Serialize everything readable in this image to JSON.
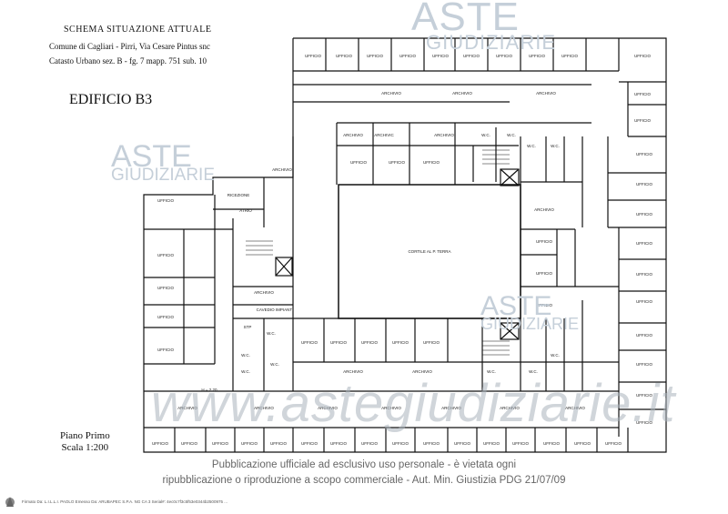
{
  "header": {
    "title": "SCHEMA SITUAZIONE ATTUALE",
    "line1": "Comune di Cagliari - Pirri, Via Cesare Pintus snc",
    "line2": "Catasto Urbano sez. B - fg. 7 mapp. 751 sub. 10"
  },
  "building": "EDIFICIO B3",
  "floor": {
    "name": "Piano Primo",
    "scale": "Scala 1:200"
  },
  "watermark": {
    "brand_top": "ASTE",
    "brand_bottom": "GIUDIZIARIE",
    "url": "www.astegiudiziarie.it"
  },
  "notice": {
    "line1": "Pubblicazione ufficiale ad esclusivo uso personale - è vietata ogni",
    "line2": "ripubblicazione o riproduzione a scopo commerciale - Aut. Min. Giustizia PDG 21/07/09"
  },
  "footer": "Firmato Da: L.I.L.L.I. PAOLO Emesso Da: ARUBAPEC S.P.A. NG CA 3 Serial#: 4ec0c7f3c5f53e0344b2500975 ...",
  "colors": {
    "wall": "#111111",
    "watermark": "#c5cfd9",
    "notice": "#666666"
  },
  "rooms": {
    "ufficio": "UFFICIO",
    "archivio": "ARCHIVIO",
    "archivio_short": "ARCHIVIC",
    "wc": "W.C.",
    "cortile": "CORTILE AL P. TERRA",
    "cavedio": "CAVEDIO IMPIANTI",
    "atrio": "ATRIO",
    "ricezione": "RICEZIONE",
    "stp": "STP",
    "h": "H = 2.20"
  }
}
